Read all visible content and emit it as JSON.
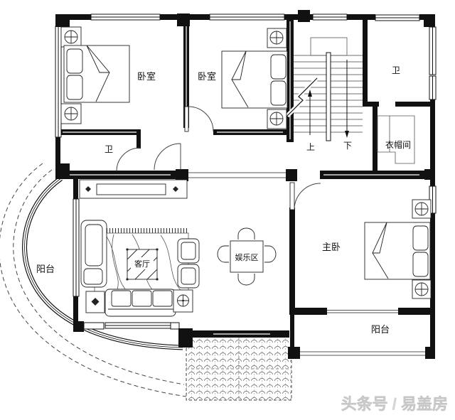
{
  "labels": {
    "bedroom_top_left": "卧室",
    "bedroom_top_mid": "卧室",
    "bath_top_left": "卫",
    "bath_top_right": "卫",
    "cloakroom": "衣帽间",
    "stairs_up": "上",
    "stairs_down": "下",
    "living_room": "客厅",
    "entertainment": "娱乐区",
    "master_bedroom": "主卧",
    "balcony_left": "阳台",
    "balcony_bottom_right": "阳台"
  },
  "watermark": "头条号 / 易盖房",
  "colors": {
    "wall": "#111111",
    "line": "#444444",
    "watermark": "#d8d8d8",
    "background": "#ffffff"
  }
}
